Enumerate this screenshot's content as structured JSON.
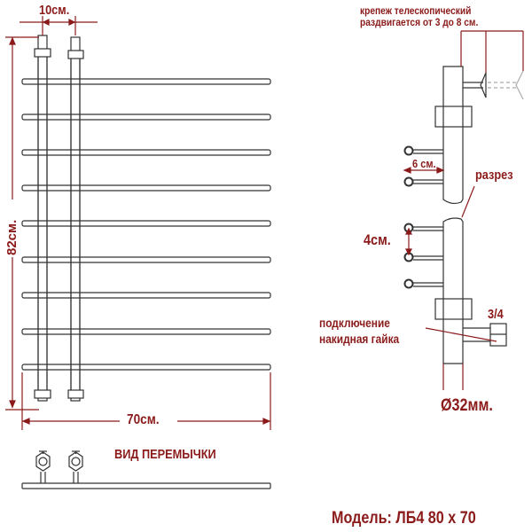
{
  "diagram": {
    "title": "Towel rail technical drawing",
    "accent_color": "#8b1a1a",
    "line_color": "#333333",
    "front_view": {
      "rail_count": 9,
      "riser_count": 2,
      "dim_width": "70см.",
      "dim_height": "82см.",
      "dim_riser_spacing": "10см."
    },
    "side_view": {
      "telescopic_mount_line1": "крепеж телескопический",
      "telescopic_mount_line2": "раздвигается от 3 до 8 см.",
      "section_label": "разрез",
      "rail_depth": "6 см.",
      "rail_spacing": "4см.",
      "connection_line1": "подключение",
      "connection_line2": "накидная гайка",
      "thread_size": "3/4",
      "pipe_diameter": "Ø32мм."
    },
    "jumper_view": {
      "label": "ВИД ПЕРЕМЫЧКИ"
    },
    "model": {
      "label": "Модель: ЛБ4 80 х 70"
    }
  }
}
